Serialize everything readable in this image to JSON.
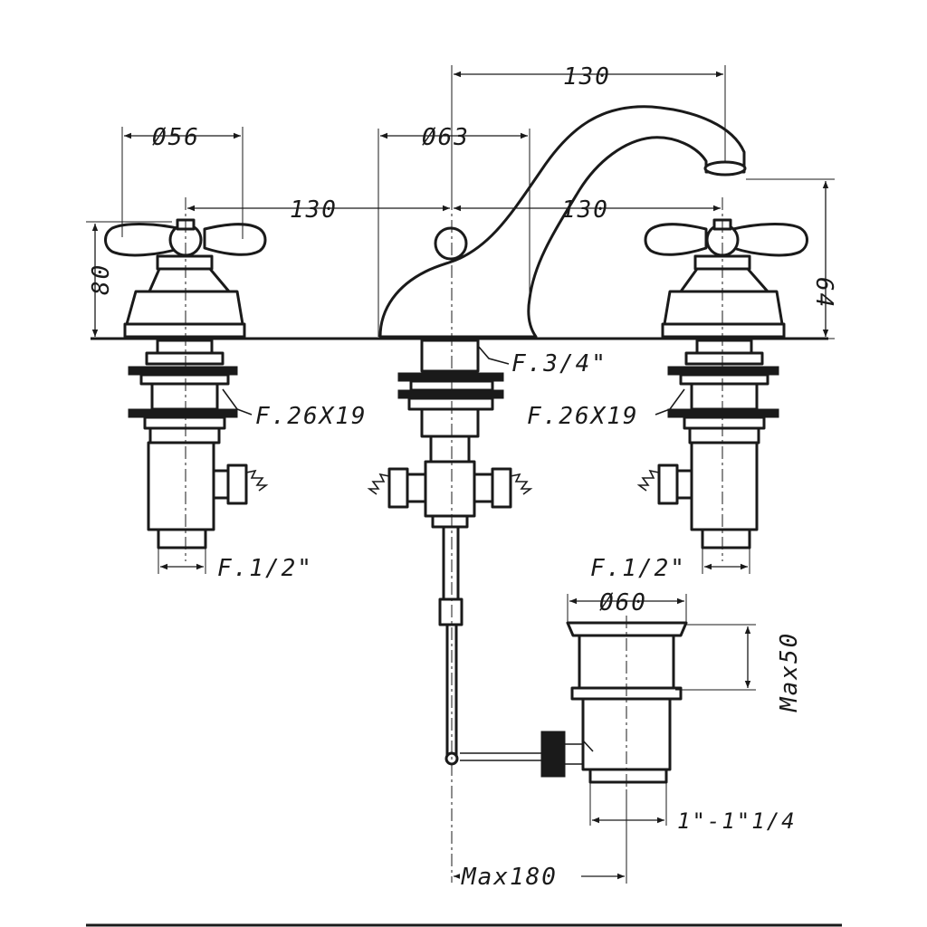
{
  "dimensions": {
    "handle_diameter": "Ø56",
    "spout_base_diameter": "Ø63",
    "spout_reach": "130",
    "center_left": "130",
    "center_right": "130",
    "handle_height": "80",
    "spout_height": "64",
    "spout_thread": "F.3/4\"",
    "valve_thread_left": "F.26X19",
    "valve_thread_right": "F.26X19",
    "inlet_left": "F.1/2\"",
    "inlet_right": "F.1/2\"",
    "drain_diameter": "Ø60",
    "drain_height": "Max50",
    "drain_thread": "1\"-1\"1/4",
    "rod_length": "Max180"
  }
}
